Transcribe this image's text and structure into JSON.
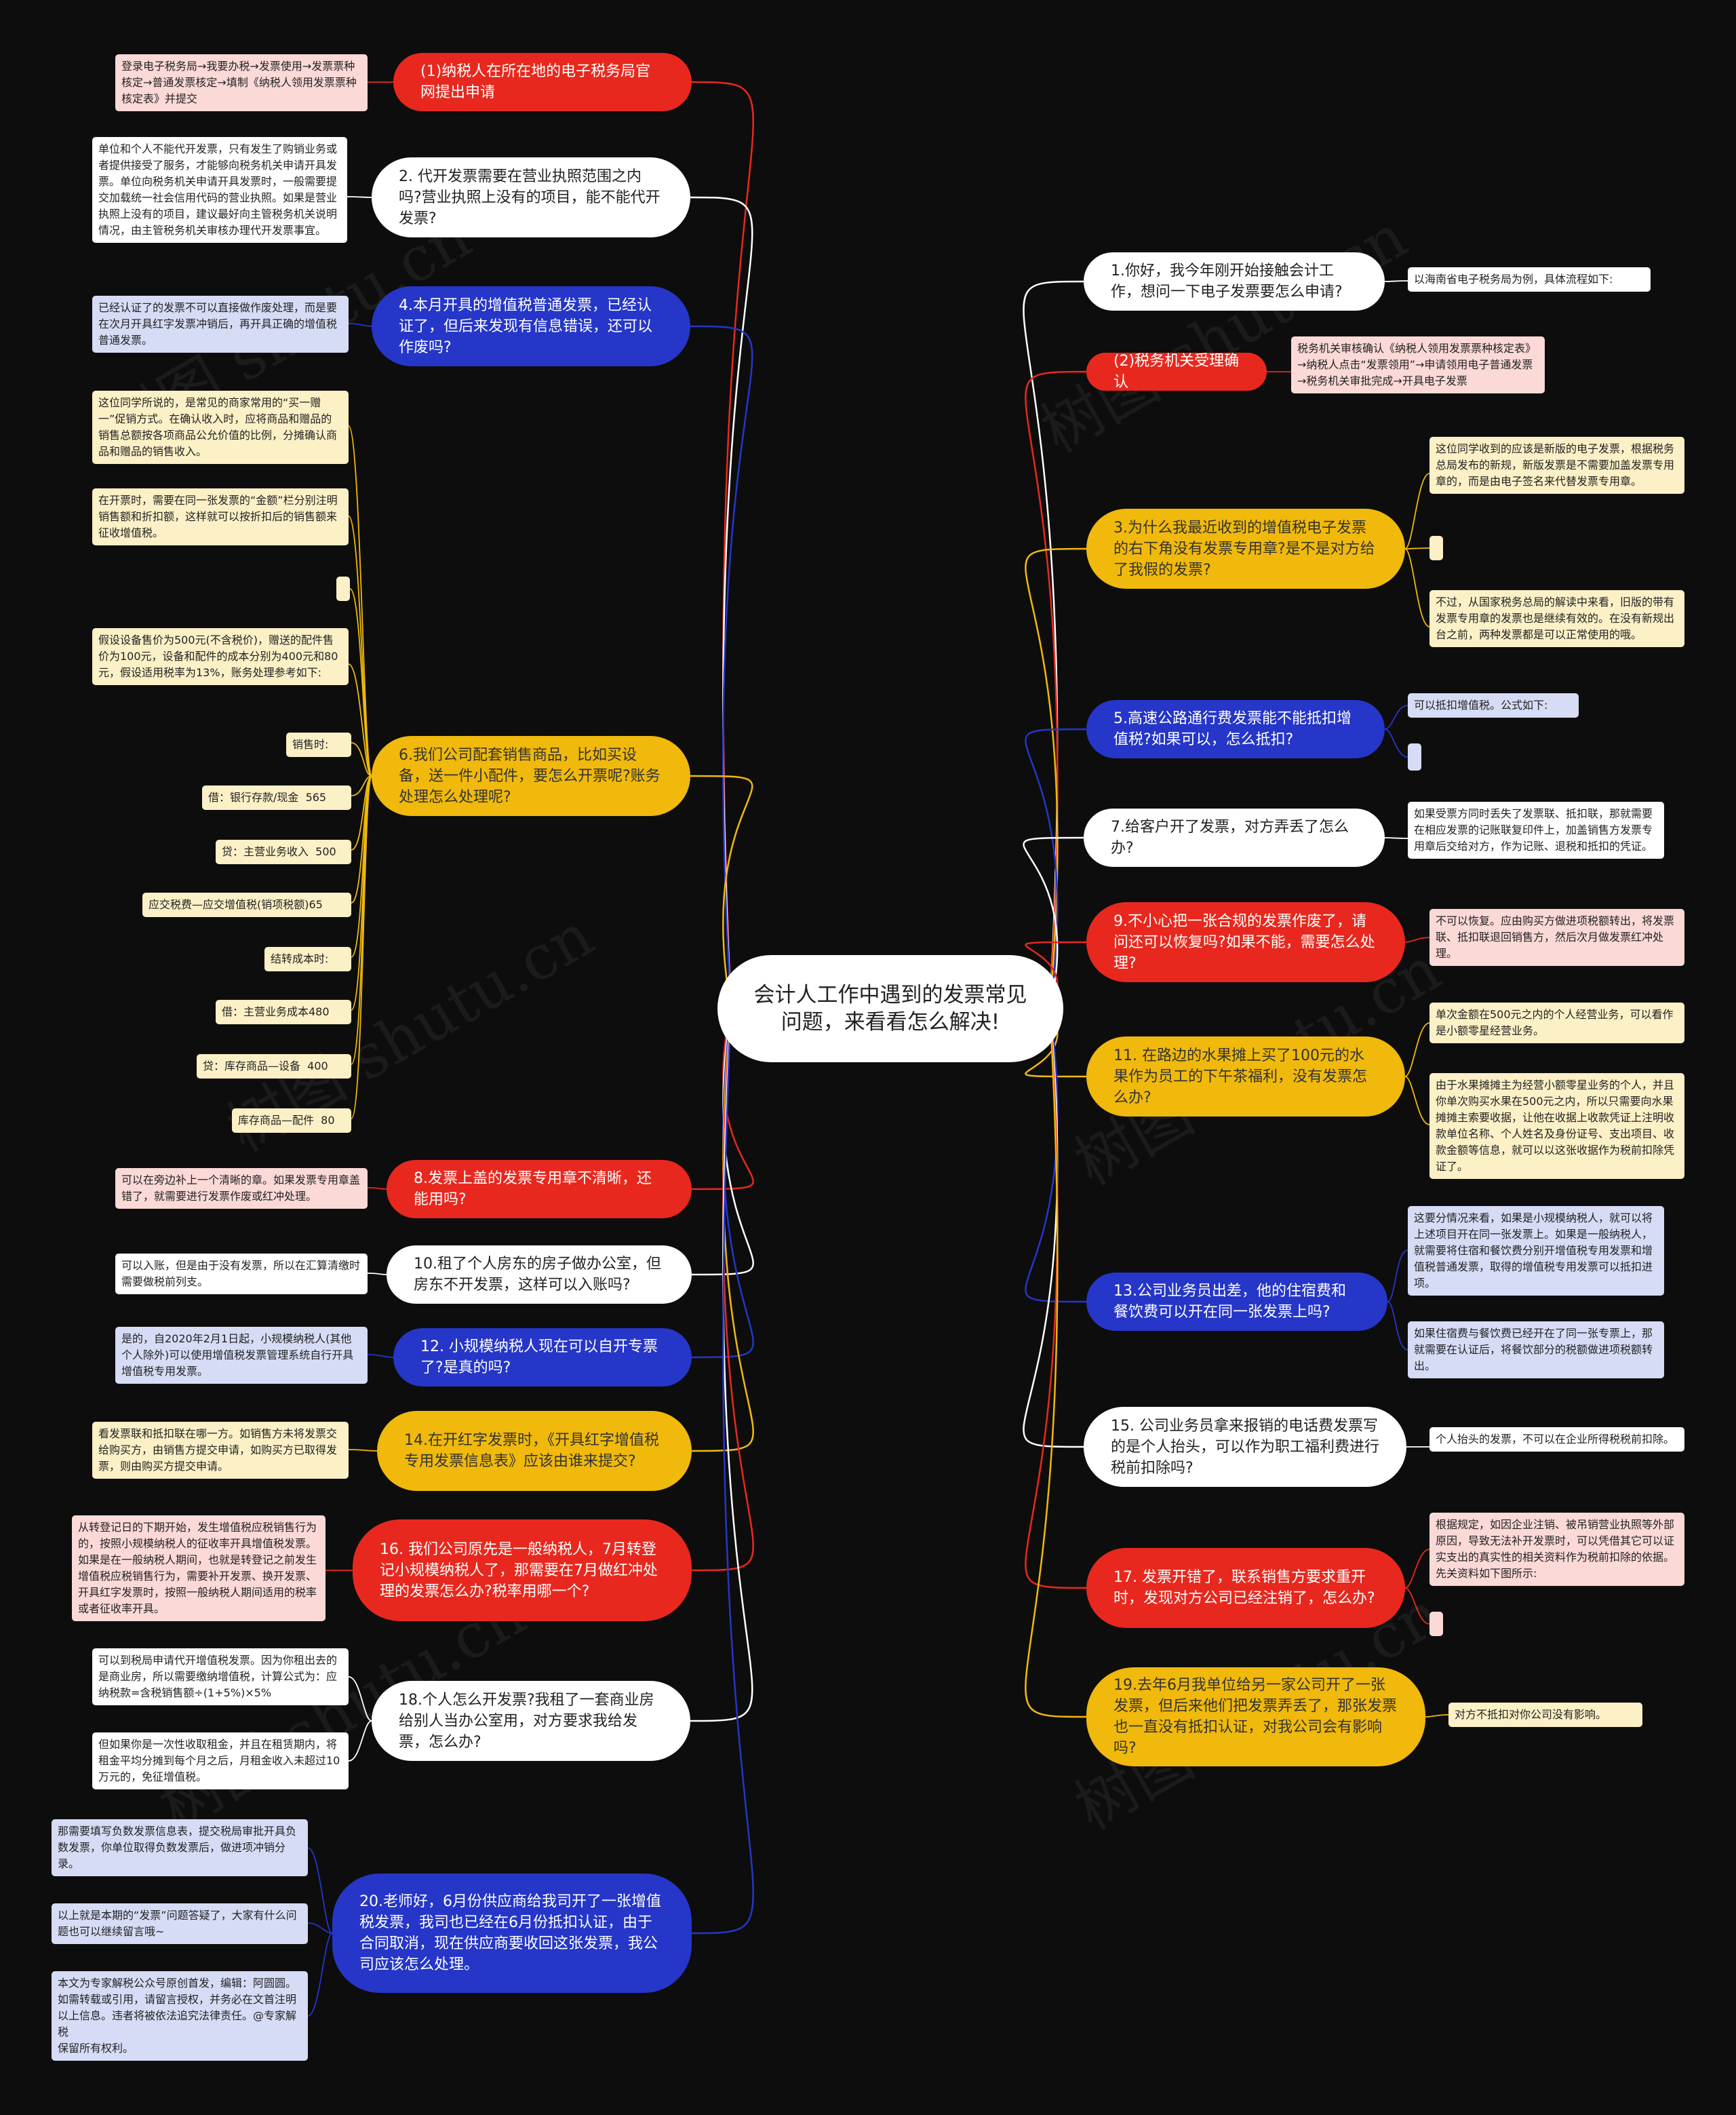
{
  "root": {
    "text": "会计人工作中遇到的发票常见问题，来看看怎么解决!"
  },
  "colors": {
    "background": "#0d0d0d",
    "red": "#e8281e",
    "white": "#ffffff",
    "blue": "#2536c8",
    "yellow": "#f0b90b"
  },
  "watermark": "树图 shutu.cn",
  "left_topics": [
    {
      "id": "L1",
      "color": "red",
      "text": "(1)纳税人在所在地的电子税务局官网提出申请",
      "leaves": [
        "登录电子税务局→我要办税→发票使用→发票票种核定→普通发票核定→填制《纳税人领用发票票种核定表》并提交"
      ]
    },
    {
      "id": "L2",
      "color": "white",
      "text": "2. 代开发票需要在营业执照范围之内吗?营业执照上没有的项目，能不能代开发票?",
      "leaves": [
        "单位和个人不能代开发票，只有发生了购销业务或者提供接受了服务，才能够向税务机关申请开具发票。单位向税务机关申请开具发票时，一般需要提交加载统一社会信用代码的营业执照。如果是营业执照上没有的项目，建议最好向主管税务机关说明情况，由主管税务机关审核办理代开发票事宜。"
      ]
    },
    {
      "id": "L3",
      "color": "blue",
      "text": "4.本月开具的增值税普通发票，已经认证了，但后来发现有信息错误，还可以作废吗?",
      "leaves": [
        "已经认证了的发票不可以直接做作废处理，而是要在次月开具红字发票冲销后，再开具正确的增值税普通发票。"
      ]
    },
    {
      "id": "L4",
      "color": "yellow",
      "text": "6.我们公司配套销售商品，比如买设备，送一件小配件，要怎么开票呢?账务处理怎么处理呢?",
      "leaves": [
        "这位同学所说的，是常见的商家常用的“买一赠一”促销方式。在确认收入时，应将商品和赠品的销售总额按各项商品公允价值的比例，分摊确认商品和赠品的销售收入。",
        "在开票时，需要在同一张发票的“金额”栏分别注明销售额和折扣额，这样就可以按折扣后的销售额来征收增值税。",
        "",
        "假设设备售价为500元(不含税价)，赠送的配件售价为100元，设备和配件的成本分别为400元和80元，假设适用税率为13%，账务处理参考如下:",
        "销售时:",
        "借：银行存款/现金  565",
        "贷：主营业务收入  500",
        "应交税费—应交增值税(销项税额)65",
        "结转成本时:",
        "借：主营业务成本480",
        "贷：库存商品—设备  400",
        "库存商品—配件  80"
      ]
    },
    {
      "id": "L5",
      "color": "red",
      "text": "8.发票上盖的发票专用章不清晰，还能用吗?",
      "leaves": [
        "可以在旁边补上一个清晰的章。如果发票专用章盖错了，就需要进行发票作废或红冲处理。"
      ]
    },
    {
      "id": "L6",
      "color": "white",
      "text": "10.租了个人房东的房子做办公室，但房东不开发票，这样可以入账吗?",
      "leaves": [
        "可以入账，但是由于没有发票，所以在汇算清缴时需要做税前列支。"
      ]
    },
    {
      "id": "L7",
      "color": "blue",
      "text": "12. 小规模纳税人现在可以自开专票了?是真的吗?",
      "leaves": [
        "是的，自2020年2月1日起，小规模纳税人(其他个人除外)可以使用增值税发票管理系统自行开具增值税专用发票。"
      ]
    },
    {
      "id": "L8",
      "color": "yellow",
      "text": "14.在开红字发票时，《开具红字增值税专用发票信息表》应该由谁来提交?",
      "leaves": [
        "看发票联和抵扣联在哪一方。如销售方未将发票交给购买方，由销售方提交申请，如购买方已取得发票，则由购买方提交申请。"
      ]
    },
    {
      "id": "L9",
      "color": "red",
      "text": "16. 我们公司原先是一般纳税人，7月转登记小规模纳税人了，那需要在7月做红冲处理的发票怎么办?税率用哪一个?",
      "leaves": [
        "从转登记日的下期开始，发生增值税应税销售行为的，按照小规模纳税人的征收率开具增值税发票。如果是在一般纳税人期间，也就是转登记之前发生增值税应税销售行为，需要补开发票、换开发票、开具红字发票时，按照一般纳税人期间适用的税率或者征收率开具。"
      ]
    },
    {
      "id": "L10",
      "color": "white",
      "text": "18.个人怎么开发票?我租了一套商业房给别人当办公室用，对方要求我给发票，怎么办?",
      "leaves": [
        "可以到税局申请代开增值税发票。因为你租出去的是商业房，所以需要缴纳增值税，计算公式为：应纳税款=含税销售额÷(1+5%)×5%",
        "但如果你是一次性收取租金，并且在租赁期内，将租金平均分摊到每个月之后，月租金收入未超过10万元的，免征增值税。"
      ]
    },
    {
      "id": "L11",
      "color": "blue",
      "text": "20.老师好，6月份供应商给我司开了一张增值税发票，我司也已经在6月份抵扣认证，由于合同取消，现在供应商要收回这张发票，我公司应该怎么处理。",
      "leaves": [
        "那需要填写负数发票信息表，提交税局审批开具负数发票，你单位取得负数发票后，做进项冲销分录。",
        "以上就是本期的“发票”问题答疑了，大家有什么问题也可以继续留言哦~",
        "本文为专家解税公众号原创首发，编辑：阿圆圆。如需转载或引用，请留言授权，并务必在文首注明以上信息。违者将被依法追究法律责任。@专家解税\n保留所有权利。"
      ]
    }
  ],
  "right_topics": [
    {
      "id": "R1",
      "color": "white",
      "text": "1.你好，我今年刚开始接触会计工作，想问一下电子发票要怎么申请?",
      "leaves": [
        "以海南省电子税务局为例，具体流程如下:"
      ]
    },
    {
      "id": "R2",
      "color": "red",
      "text": "(2)税务机关受理确认",
      "leaves": [
        "税务机关审核确认《纳税人领用发票票种核定表》→纳税人点击“发票领用”→申请领用电子普通发票→税务机关审批完成→开具电子发票"
      ]
    },
    {
      "id": "R3",
      "color": "yellow",
      "text": "3.为什么我最近收到的增值税电子发票的右下角没有发票专用章?是不是对方给了我假的发票?",
      "leaves": [
        "这位同学收到的应该是新版的电子发票，根据税务总局发布的新规，新版发票是不需要加盖发票专用章的，而是由电子签名来代替发票专用章。",
        "",
        "不过，从国家税务总局的解读中来看，旧版的带有发票专用章的发票也是继续有效的。在没有新规出台之前，两种发票都是可以正常使用的哦。"
      ]
    },
    {
      "id": "R4",
      "color": "blue",
      "text": "5.高速公路通行费发票能不能抵扣增值税?如果可以，怎么抵扣?",
      "leaves": [
        "可以抵扣增值税。公式如下:",
        ""
      ]
    },
    {
      "id": "R5",
      "color": "white",
      "text": "7.给客户开了发票，对方弄丢了怎么办?",
      "leaves": [
        "如果受票方同时丢失了发票联、抵扣联，那就需要在相应发票的记账联复印件上，加盖销售方发票专用章后交给对方，作为记账、退税和抵扣的凭证。"
      ]
    },
    {
      "id": "R6",
      "color": "red",
      "text": "9.不小心把一张合规的发票作废了，请问还可以恢复吗?如果不能，需要怎么处理?",
      "leaves": [
        "不可以恢复。应由购买方做进项税额转出，将发票联、抵扣联退回销售方，然后次月做发票红冲处理。"
      ]
    },
    {
      "id": "R7",
      "color": "yellow",
      "text": "11. 在路边的水果摊上买了100元的水果作为员工的下午茶福利，没有发票怎么办?",
      "leaves": [
        "单次金额在500元之内的个人经营业务，可以看作是小额零星经营业务。",
        "由于水果摊摊主为经营小额零星业务的个人，并且你单次购买水果在500元之内，所以只需要向水果摊摊主索要收据，让他在收据上收款凭证上注明收款单位名称、个人姓名及身份证号、支出项目、收款金额等信息，就可以以这张收据作为税前扣除凭证了。"
      ]
    },
    {
      "id": "R8",
      "color": "blue",
      "text": "13.公司业务员出差，他的住宿费和餐饮费可以开在同一张发票上吗?",
      "leaves": [
        "这要分情况来看，如果是小规模纳税人，就可以将上述项目开在同一张发票上。如果是一般纳税人，就需要将住宿和餐饮费分别开增值税专用发票和增值税普通发票，取得的增值税专用发票可以抵扣进项。",
        "如果住宿费与餐饮费已经开在了同一张专票上，那就需要在认证后，将餐饮部分的税额做进项税额转出。"
      ]
    },
    {
      "id": "R9",
      "color": "white",
      "text": "15. 公司业务员拿来报销的电话费发票写的是个人抬头，可以作为职工福利费进行税前扣除吗?",
      "leaves": [
        "个人抬头的发票，不可以在企业所得税税前扣除。"
      ]
    },
    {
      "id": "R10",
      "color": "red",
      "text": "17. 发票开错了，联系销售方要求重开时，发现对方公司已经注销了，怎么办?",
      "leaves": [
        "根据规定，如因企业注销、被吊销营业执照等外部原因，导致无法补开发票时，可以凭借其它可以证实支出的真实性的相关资料作为税前扣除的依据。先关资料如下图所示:",
        ""
      ]
    },
    {
      "id": "R11",
      "color": "yellow",
      "text": "19.去年6月我单位给另一家公司开了一张发票，但后来他们把发票弄丢了，那张发票也一直没有抵扣认证，对我公司会有影响吗?",
      "leaves": [
        "对方不抵扣对你公司没有影响。"
      ]
    }
  ]
}
